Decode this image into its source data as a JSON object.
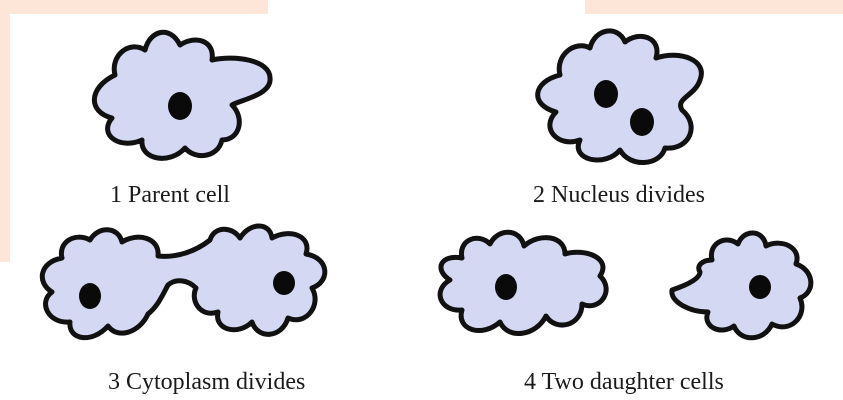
{
  "stages": [
    {
      "caption": "1 Parent cell",
      "nuclei": 1
    },
    {
      "caption": "2 Nucleus divides",
      "nuclei": 2
    },
    {
      "caption": "3 Cytoplasm divides",
      "nuclei": 2
    },
    {
      "caption": "4 Two daughter cells",
      "nuclei": 2
    }
  ],
  "colors": {
    "cytoplasm": "#d5d8f2",
    "outline": "#111111",
    "nucleus": "#0a0a0a",
    "background_tint": "#fde6d8"
  }
}
